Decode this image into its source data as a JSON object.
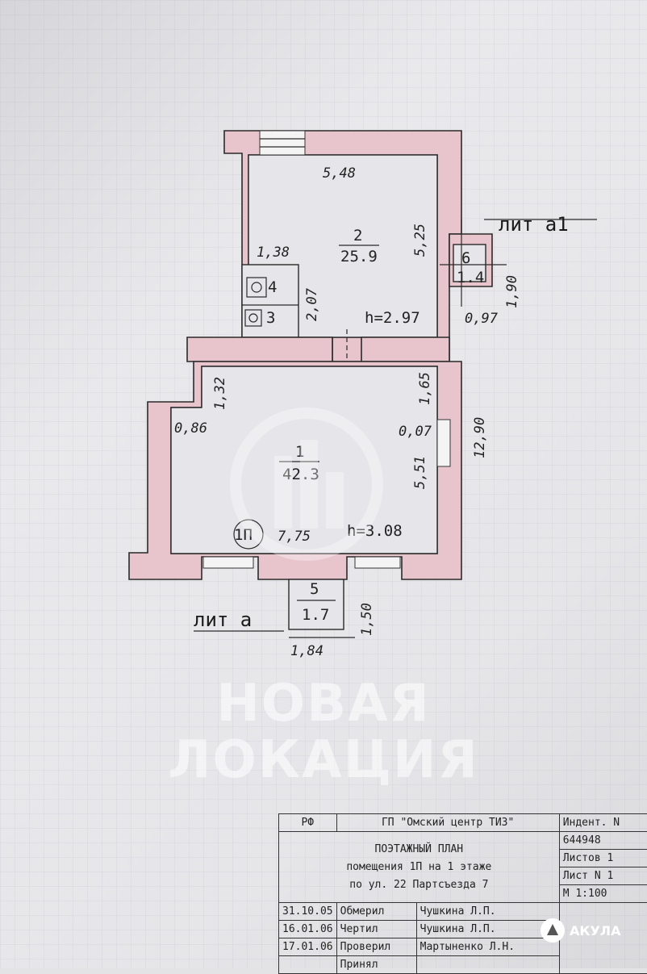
{
  "plan": {
    "lit_a1": "лит а1",
    "lit_a": "лит а",
    "room2": {
      "number": "2",
      "area": "25.9",
      "height": "h=2.97"
    },
    "room1": {
      "number": "1",
      "area": "42.3",
      "height": "h=3.08"
    },
    "room3": {
      "number": "3"
    },
    "room4": {
      "number": "4"
    },
    "room5": {
      "number": "5",
      "area": "1.7"
    },
    "room6": {
      "number": "6",
      "area": "1.4"
    },
    "premise_tag": "1П",
    "dims": {
      "d548": "5,48",
      "d525": "5,25",
      "d138": "1,38",
      "d207": "2,07",
      "d190": "1,90",
      "d097": "0,97",
      "d165": "1,65",
      "d132": "1,32",
      "d086": "0,86",
      "d007": "0,07",
      "d551": "5,51",
      "d1290": "12,90",
      "d775": "7,75",
      "d150": "1,50",
      "d184": "1,84"
    }
  },
  "watermark": {
    "line1": "НОВАЯ",
    "line2": "ЛОКАЦИЯ"
  },
  "stamp": {
    "rf": "РФ",
    "org": "ГП \"Омский центр ТИЗ\"",
    "ident_label": "Индент. N",
    "ident_value": "644948",
    "title": "ПОЭТАЖНЫЙ ПЛАН",
    "subtitle1": "помещения 1П на 1 этаже",
    "subtitle2": "по ул. 22 Партсъезда 7",
    "sheets": "Листов 1",
    "sheet_no": "Лист N 1",
    "scale": "М 1:100",
    "rows": [
      {
        "date": "31.10.05",
        "role": "Обмерил",
        "name": "Чушкина Л.П."
      },
      {
        "date": "16.01.06",
        "role": "Чертил",
        "name": "Чушкина Л.П."
      },
      {
        "date": "17.01.06",
        "role": "Проверил",
        "name": "Мартыненко Л.Н."
      },
      {
        "date": "",
        "role": "Принял",
        "name": ""
      }
    ]
  },
  "brand": {
    "name": "АКУЛА"
  }
}
